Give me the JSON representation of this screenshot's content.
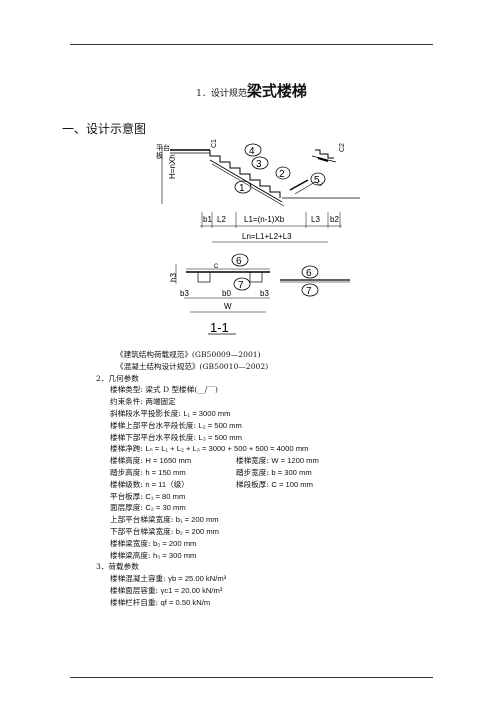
{
  "header": {
    "title_prefix": "1．设计规范",
    "title_main": "梁式楼梯"
  },
  "section1": {
    "heading": "一、设计示意图"
  },
  "diagram": {
    "labels": {
      "c1": "C1",
      "c2": "C2",
      "c_label": "C",
      "h_label": "H=nXh",
      "b1": "b1",
      "l2": "L2",
      "l1_formula": "L1=(n-1)Xb",
      "l3": "L3",
      "b2": "b2",
      "total": "Ln=L1+L2+L3",
      "n1": "1",
      "n2": "2",
      "n3": "3",
      "n4": "4",
      "n5": "5",
      "n6": "6",
      "n7": "7",
      "h3": "h3",
      "b3a": "b3",
      "b0": "b0",
      "b3b": "b3",
      "w": "W",
      "section": "1-1",
      "c_small": "C",
      "pingtai": "平台",
      "ban": "板"
    }
  },
  "codes": [
    "《建筑结构荷载规范》(GB50009—2001)",
    "《混凝土结构设计规范》(GB50010—2002)"
  ],
  "geom_head": "2．几何参数",
  "geom": [
    {
      "t": "楼梯类型: 梁式 D 型楼梯(__/‾‾)"
    },
    {
      "t": "约束条件: 两端固定"
    },
    {
      "t": "斜梯段水平投影长度: ",
      "v": "L₁ = 3000 mm"
    },
    {
      "t": "楼梯上部平台水平段长度: ",
      "v": "L₂ = 500 mm"
    },
    {
      "t": "楼梯下部平台水平段长度: ",
      "v": "L₃ = 500 mm"
    },
    {
      "t": "楼梯净跨: ",
      "v": "Lₙ = L₁ + L₂ + L₃ = 3000 + 500 + 500 = 4000 mm"
    },
    {
      "t": "楼梯高度: ",
      "v": "H = 1650 mm",
      "t2": "楼梯宽度: ",
      "v2": "W = 1200 mm"
    },
    {
      "t": "踏步高度: ",
      "v": "h = 150 mm",
      "t2": "踏步宽度: ",
      "v2": "b = 300 mm"
    },
    {
      "t": "楼梯级数: ",
      "v": "n = 11（级）",
      "t2": "梯段板厚: ",
      "v2": "C = 100 mm"
    },
    {
      "t": "平台板厚: ",
      "v": "C₁ = 80 mm"
    },
    {
      "t": "面层厚度: ",
      "v": "C₂ = 30 mm"
    },
    {
      "t": "上部平台梯梁宽度: ",
      "v": "b₁ = 200 mm"
    },
    {
      "t": "下部平台梯梁宽度: ",
      "v": "b₂ = 200 mm"
    },
    {
      "t": "楼梯梁宽度: ",
      "v": "b₃ = 200 mm"
    },
    {
      "t": "楼梯梁高度: ",
      "v": "h₃ = 300 mm"
    }
  ],
  "load_head": "3．荷载参数",
  "loads": [
    {
      "t": "楼梯混凝土容重: ",
      "v": "γb = 25.00 kN/m³"
    },
    {
      "t": "楼梯面层容重: ",
      "v": "γc1 = 20.00 kN/m³"
    },
    {
      "t": "楼梯栏杆自重: ",
      "v": "qf = 0.50 kN/m"
    }
  ]
}
